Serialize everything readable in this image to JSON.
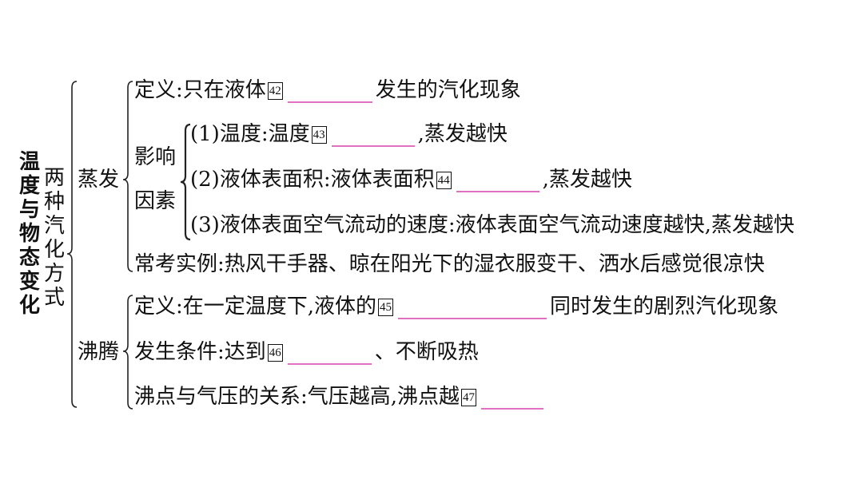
{
  "title": "温度与物态变化",
  "subtitle": "两种汽化方式",
  "evaporation": {
    "label": "蒸发",
    "definition": {
      "prefix": "定义:只在液体",
      "num": "42",
      "suffix": "发生的汽化现象"
    },
    "factors_label_1": "影响",
    "factors_label_2": "因素",
    "factors": [
      {
        "prefix": "(1)温度:温度",
        "num": "43",
        "suffix": ",蒸发越快"
      },
      {
        "prefix": "(2)液体表面积:液体表面积",
        "num": "44",
        "suffix": ",蒸发越快"
      },
      {
        "text": "(3)液体表面空气流动的速度:液体表面空气流动速度越快,蒸发越快"
      }
    ],
    "examples": "常考实例:热风干手器、晾在阳光下的湿衣服变干、洒水后感觉很凉快"
  },
  "boiling": {
    "label": "沸腾",
    "definition": {
      "prefix": "定义:在一定温度下,液体的",
      "num": "45",
      "suffix": "同时发生的剧烈汽化现象"
    },
    "condition": {
      "prefix": "发生条件:达到",
      "num": "46",
      "suffix": "、不断吸热"
    },
    "pressure": {
      "prefix": "沸点与气压的关系:气压越高,沸点越",
      "num": "47"
    }
  }
}
